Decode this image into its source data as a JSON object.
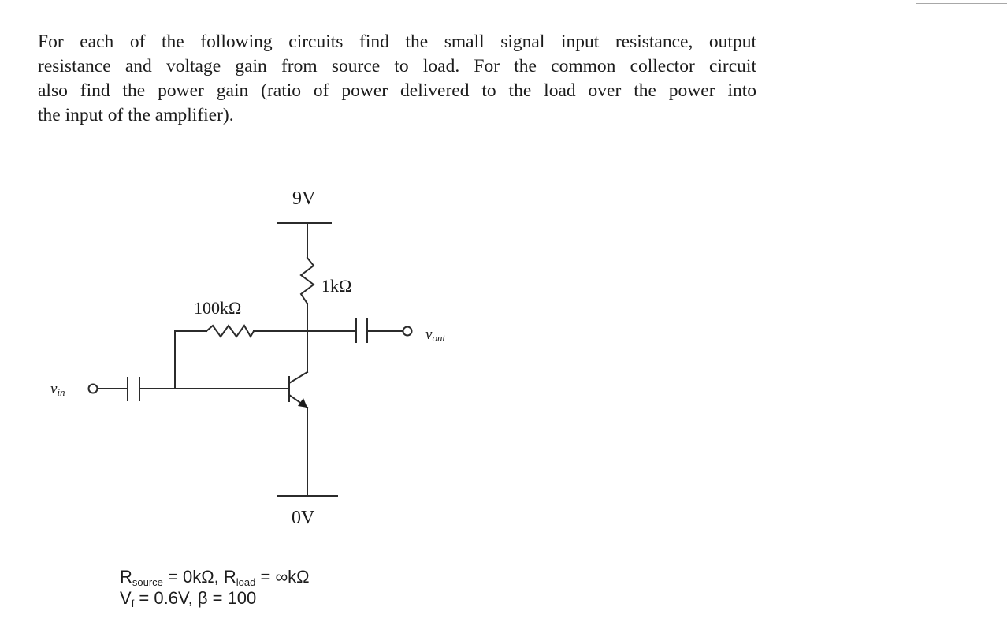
{
  "problem": {
    "lines": [
      "For each of the following circuits find the small signal input resistance, output",
      "resistance and voltage gain from source to load.  For the common collector circuit",
      "also find the power gain (ratio of power delivered to the load over the power into",
      "the input of the amplifier)."
    ]
  },
  "circuit": {
    "supply_label": "9V",
    "ground_label": "0V",
    "collector_resistor_label": "1kΩ",
    "feedback_resistor_label": "100kΩ",
    "input_label": {
      "main": "v",
      "sub": "in"
    },
    "output_label": {
      "main": "v",
      "sub": "out"
    },
    "components": [
      {
        "type": "supply-rail",
        "value": "9V"
      },
      {
        "type": "resistor",
        "role": "collector",
        "value": "1kΩ"
      },
      {
        "type": "resistor",
        "role": "base-feedback",
        "value": "100kΩ"
      },
      {
        "type": "capacitor",
        "role": "input-coupling"
      },
      {
        "type": "capacitor",
        "role": "output-coupling"
      },
      {
        "type": "npn-transistor"
      },
      {
        "type": "ground-rail",
        "value": "0V"
      }
    ]
  },
  "parameters": {
    "r_source": {
      "symbol": "R",
      "sub": "source",
      "eq": " = 0kΩ, "
    },
    "r_load": {
      "symbol": "R",
      "sub": "load",
      "eq": " = ∞kΩ"
    },
    "vf": {
      "symbol": "V",
      "sub": "f",
      "eq": " = 0.6V, β = 100"
    }
  },
  "colors": {
    "line": "#2b2b2b",
    "text": "#1c1c1c",
    "corner_box_border": "#a8a8a8"
  }
}
